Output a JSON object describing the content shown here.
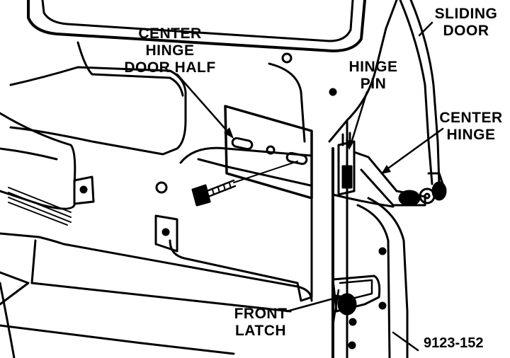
{
  "labels": {
    "center_hinge_door_half": [
      "CENTER",
      "HINGE",
      "DOOR HALF"
    ],
    "sliding_door": [
      "SLIDING",
      "DOOR"
    ],
    "hinge_pin": [
      "HINGE",
      "PIN"
    ],
    "center_hinge": [
      "CENTER",
      "HINGE"
    ],
    "front_latch": [
      "FRONT",
      "LATCH"
    ]
  },
  "figure_number": "9123-152",
  "colors": {
    "ink": "#000000",
    "paper": "#ffffff"
  }
}
